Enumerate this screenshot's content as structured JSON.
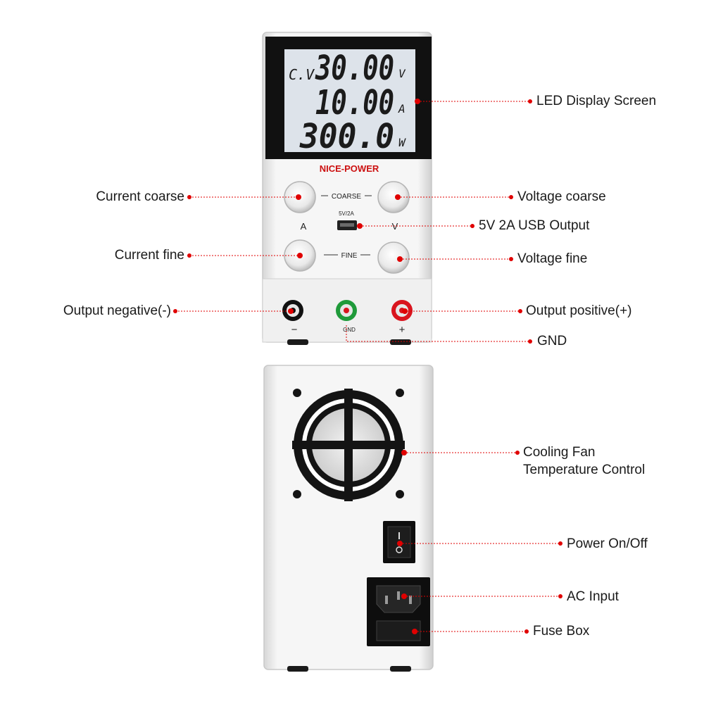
{
  "display": {
    "mode": "C.V",
    "voltage": "30.00",
    "voltage_unit": "V",
    "current": "10.00",
    "current_unit": "A",
    "power": "300.0",
    "power_unit": "W"
  },
  "brand": "NICE-POWER",
  "panel": {
    "coarse_label": "COARSE",
    "fine_label": "FINE",
    "usb_label": "5V/2A",
    "a_label": "A",
    "v_label": "V",
    "neg_label": "−",
    "gnd_label": "GND",
    "pos_label": "+"
  },
  "callouts": {
    "led_display": "LED Display Screen",
    "current_coarse": "Current coarse",
    "voltage_coarse": "Voltage coarse",
    "usb_output": "5V 2A USB Output",
    "current_fine": "Current fine",
    "voltage_fine": "Voltage fine",
    "output_negative": "Output negative(-)",
    "output_positive": "Output positive(+)",
    "gnd": "GND",
    "cooling_fan_line1": "Cooling Fan",
    "cooling_fan_line2": "Temperature Control",
    "power_switch": "Power On/Off",
    "ac_input": "AC Input",
    "fuse_box": "Fuse Box"
  },
  "colors": {
    "callout_red": "#e00000",
    "lcd_background": "#dde3ea",
    "lcd_bezel": "#111111",
    "terminal_red": "#d9141e",
    "terminal_green": "#1f9a3a",
    "terminal_black": "#111111"
  }
}
